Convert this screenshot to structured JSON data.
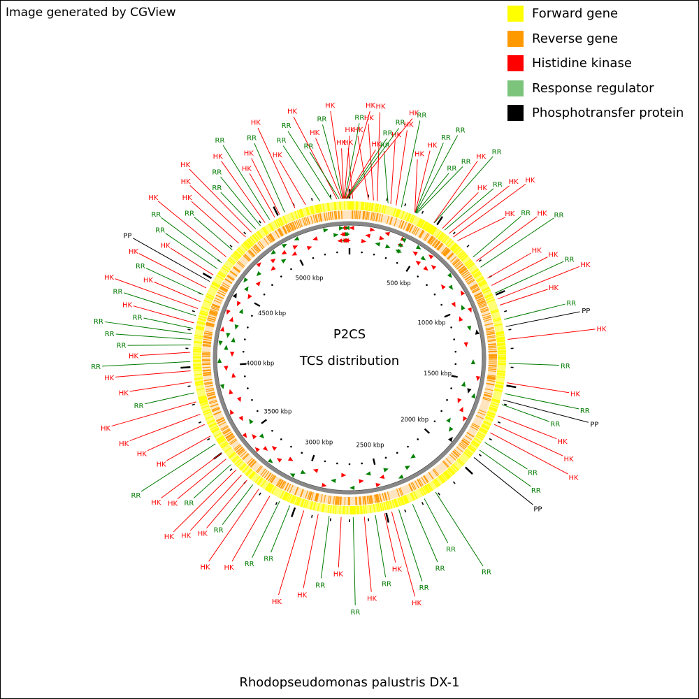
{
  "credit": "Image generated by CGView",
  "organism": "Rhodopseudomonas palustris DX-1",
  "map": {
    "title": "P2CS",
    "subtitle": "TCS distribution",
    "genome_length_kbp": 5400,
    "ruler_labels": [
      {
        "kbp": 500,
        "text": "500 kbp"
      },
      {
        "kbp": 1000,
        "text": "1000 kbp"
      },
      {
        "kbp": 1500,
        "text": "1500 kbp"
      },
      {
        "kbp": 2000,
        "text": "2000 kbp"
      },
      {
        "kbp": 2500,
        "text": "2500 kbp"
      },
      {
        "kbp": 3000,
        "text": "3000 kbp"
      },
      {
        "kbp": 3500,
        "text": "3500 kbp"
      },
      {
        "kbp": 4000,
        "text": "4000 kbp"
      },
      {
        "kbp": 4500,
        "text": "4500 kbp"
      },
      {
        "kbp": 5000,
        "text": "5000 kbp"
      }
    ]
  },
  "legend": [
    {
      "key": "forward",
      "label": "Forward gene",
      "color": "#ffff00"
    },
    {
      "key": "reverse",
      "label": "Reverse gene",
      "color": "#ff9900"
    },
    {
      "key": "hk",
      "label": "Histidine kinase",
      "color": "#ff0000"
    },
    {
      "key": "rr",
      "label": "Response regulator",
      "color": "#7cc47c"
    },
    {
      "key": "pp",
      "label": "Phosphotransfer protein",
      "color": "#000000"
    }
  ],
  "colors": {
    "HK": "#ff0000",
    "RR": "#007a00",
    "PP": "#000000",
    "forward": "#ffff00",
    "reverse": "#ff9900",
    "backbone": "#888888",
    "hk_marker": "#ff0000",
    "rr_marker": "#008000",
    "pp_marker": "#000000"
  },
  "features": [
    {
      "kbp": 5362,
      "type": "RR",
      "label": "RR"
    },
    {
      "kbp": 5365,
      "type": "HK",
      "label": "HK"
    },
    {
      "kbp": 5368,
      "type": "HK",
      "label": "HK"
    },
    {
      "kbp": 5371,
      "type": "HK",
      "label": "HK"
    },
    {
      "kbp": 5374,
      "type": "RR",
      "label": "RR"
    },
    {
      "kbp": 5377,
      "type": "HK",
      "label": "HK"
    },
    {
      "kbp": 5380,
      "type": "HK",
      "label": "HK"
    },
    {
      "kbp": 5383,
      "type": "RR",
      "label": "RR"
    },
    {
      "kbp": 5386,
      "type": "RR",
      "label": "RR"
    },
    {
      "kbp": 5389,
      "type": "HK",
      "label": "HK"
    },
    {
      "kbp": 5356,
      "type": "HK",
      "label": "HK"
    },
    {
      "kbp": 5344,
      "type": "RR",
      "label": "RR"
    },
    {
      "kbp": 5332,
      "type": "HK",
      "label": "HK"
    },
    {
      "kbp": 5303,
      "type": "RR",
      "label": "RR"
    },
    {
      "kbp": 17,
      "type": "HK",
      "label": "HK"
    },
    {
      "kbp": 102,
      "type": "HK",
      "label": "HK"
    },
    {
      "kbp": 130,
      "type": "HK",
      "label": "HK"
    },
    {
      "kbp": 150,
      "type": "HK",
      "label": "HK"
    },
    {
      "kbp": 210,
      "type": "RR",
      "label": "RR"
    },
    {
      "kbp": 225,
      "type": "HK",
      "label": "HK"
    },
    {
      "kbp": 255,
      "type": "HK",
      "label": "HK"
    },
    {
      "kbp": 285,
      "type": "RR",
      "label": "RR"
    },
    {
      "kbp": 363,
      "type": "HK",
      "label": "HK"
    },
    {
      "kbp": 365,
      "type": "HK",
      "label": "HK"
    },
    {
      "kbp": 366,
      "type": "RR",
      "label": "RR"
    },
    {
      "kbp": 368,
      "type": "RR",
      "label": "RR"
    },
    {
      "kbp": 370,
      "type": "RR",
      "label": "RR"
    },
    {
      "kbp": 375,
      "type": "RR",
      "label": "RR"
    },
    {
      "kbp": 480,
      "type": "HK",
      "label": "HK"
    },
    {
      "kbp": 482,
      "type": "RR",
      "label": "RR"
    },
    {
      "kbp": 535,
      "type": "HK",
      "label": "HK"
    },
    {
      "kbp": 550,
      "type": "RR",
      "label": "RR"
    },
    {
      "kbp": 580,
      "type": "HK",
      "label": "HK"
    },
    {
      "kbp": 610,
      "type": "HK",
      "label": "HK"
    },
    {
      "kbp": 640,
      "type": "HK",
      "label": "HK"
    },
    {
      "kbp": 762,
      "type": "RR",
      "label": "RR"
    },
    {
      "kbp": 790,
      "type": "HK",
      "label": "HK"
    },
    {
      "kbp": 830,
      "type": "RR",
      "label": "RR"
    },
    {
      "kbp": 900,
      "type": "HK",
      "label": "HK"
    },
    {
      "kbp": 945,
      "type": "HK",
      "label": "HK"
    },
    {
      "kbp": 990,
      "type": "RR",
      "label": "RR"
    },
    {
      "kbp": 1025,
      "type": "HK",
      "label": "HK"
    },
    {
      "kbp": 1060,
      "type": "HK",
      "label": "HK"
    },
    {
      "kbp": 1140,
      "type": "RR",
      "label": "RR"
    },
    {
      "kbp": 1180,
      "type": "PP",
      "label": "PP"
    },
    {
      "kbp": 1250,
      "type": "HK",
      "label": "HK"
    },
    {
      "kbp": 1380,
      "type": "RR",
      "label": "RR"
    },
    {
      "kbp": 1485,
      "type": "HK",
      "label": "HK"
    },
    {
      "kbp": 1545,
      "type": "RR",
      "label": "RR"
    },
    {
      "kbp": 1580,
      "type": "PP",
      "label": "PP"
    },
    {
      "kbp": 1605,
      "type": "RR",
      "label": "RR"
    },
    {
      "kbp": 1670,
      "type": "HK",
      "label": "HK"
    },
    {
      "kbp": 1720,
      "type": "HK",
      "label": "HK"
    },
    {
      "kbp": 1770,
      "type": "HK",
      "label": "HK"
    },
    {
      "kbp": 1830,
      "type": "RR",
      "label": "RR"
    },
    {
      "kbp": 1880,
      "type": "RR",
      "label": "RR"
    },
    {
      "kbp": 1930,
      "type": "PP",
      "label": "PP"
    },
    {
      "kbp": 2210,
      "type": "RR",
      "label": "RR"
    },
    {
      "kbp": 2280,
      "type": "RR",
      "label": "RR"
    },
    {
      "kbp": 2350,
      "type": "RR",
      "label": "RR"
    },
    {
      "kbp": 2430,
      "type": "RR",
      "label": "RR"
    },
    {
      "kbp": 2470,
      "type": "HK",
      "label": "HK"
    },
    {
      "kbp": 2510,
      "type": "HK",
      "label": "HK"
    },
    {
      "kbp": 2560,
      "type": "RR",
      "label": "RR"
    },
    {
      "kbp": 2620,
      "type": "HK",
      "label": "HK"
    },
    {
      "kbp": 2680,
      "type": "RR",
      "label": "RR"
    },
    {
      "kbp": 2745,
      "type": "HK",
      "label": "HK"
    },
    {
      "kbp": 2810,
      "type": "RR",
      "label": "RR"
    },
    {
      "kbp": 2870,
      "type": "HK",
      "label": "HK"
    },
    {
      "kbp": 2950,
      "type": "HK",
      "label": "HK"
    },
    {
      "kbp": 3030,
      "type": "RR",
      "label": "RR"
    },
    {
      "kbp": 3090,
      "type": "RR",
      "label": "RR"
    },
    {
      "kbp": 3150,
      "type": "HK",
      "label": "HK"
    },
    {
      "kbp": 3220,
      "type": "HK",
      "label": "HK"
    },
    {
      "kbp": 3260,
      "type": "RR",
      "label": "RR"
    },
    {
      "kbp": 3300,
      "type": "HK",
      "label": "HK"
    },
    {
      "kbp": 3340,
      "type": "HK",
      "label": "HK"
    },
    {
      "kbp": 3380,
      "type": "HK",
      "label": "HK"
    },
    {
      "kbp": 3420,
      "type": "RR",
      "label": "RR"
    },
    {
      "kbp": 3460,
      "type": "HK",
      "label": "HK"
    },
    {
      "kbp": 3500,
      "type": "HK",
      "label": "HK"
    },
    {
      "kbp": 3560,
      "type": "RR",
      "label": "RR"
    },
    {
      "kbp": 3610,
      "type": "HK",
      "label": "HK"
    },
    {
      "kbp": 3680,
      "type": "HK",
      "label": "HK"
    },
    {
      "kbp": 3740,
      "type": "HK",
      "label": "HK"
    },
    {
      "kbp": 3810,
      "type": "HK",
      "label": "HK"
    },
    {
      "kbp": 3860,
      "type": "RR",
      "label": "RR"
    },
    {
      "kbp": 3920,
      "type": "HK",
      "label": "HK"
    },
    {
      "kbp": 3980,
      "type": "HK",
      "label": "HK"
    },
    {
      "kbp": 4030,
      "type": "RR",
      "label": "RR"
    },
    {
      "kbp": 4080,
      "type": "HK",
      "label": "HK"
    },
    {
      "kbp": 4120,
      "type": "RR",
      "label": "RR"
    },
    {
      "kbp": 4150,
      "type": "RR",
      "label": "RR"
    },
    {
      "kbp": 4180,
      "type": "RR",
      "label": "RR"
    },
    {
      "kbp": 4210,
      "type": "RR",
      "label": "RR"
    },
    {
      "kbp": 4240,
      "type": "HK",
      "label": "HK"
    },
    {
      "kbp": 4280,
      "type": "RR",
      "label": "RR"
    },
    {
      "kbp": 4320,
      "type": "HK",
      "label": "HK"
    },
    {
      "kbp": 4360,
      "type": "HK",
      "label": "HK"
    },
    {
      "kbp": 4400,
      "type": "RR",
      "label": "RR"
    },
    {
      "kbp": 4440,
      "type": "HK",
      "label": "HK"
    },
    {
      "kbp": 4480,
      "type": "PP",
      "label": "PP"
    },
    {
      "kbp": 4520,
      "type": "HK",
      "label": "HK"
    },
    {
      "kbp": 4560,
      "type": "RR",
      "label": "RR"
    },
    {
      "kbp": 4600,
      "type": "RR",
      "label": "RR"
    },
    {
      "kbp": 4640,
      "type": "HK",
      "label": "HK"
    },
    {
      "kbp": 4690,
      "type": "RR",
      "label": "RR"
    },
    {
      "kbp": 4740,
      "type": "HK",
      "label": "HK"
    },
    {
      "kbp": 4790,
      "type": "HK",
      "label": "HK"
    },
    {
      "kbp": 4830,
      "type": "HK",
      "label": "HK"
    },
    {
      "kbp": 4860,
      "type": "RR",
      "label": "RR"
    },
    {
      "kbp": 4890,
      "type": "RR",
      "label": "RR"
    },
    {
      "kbp": 4920,
      "type": "HK",
      "label": "HK"
    },
    {
      "kbp": 4950,
      "type": "RR",
      "label": "RR"
    },
    {
      "kbp": 4980,
      "type": "HK",
      "label": "HK"
    },
    {
      "kbp": 5010,
      "type": "HK",
      "label": "HK"
    },
    {
      "kbp": 5040,
      "type": "RR",
      "label": "RR"
    },
    {
      "kbp": 5100,
      "type": "HK",
      "label": "HK"
    },
    {
      "kbp": 5160,
      "type": "HK",
      "label": "HK"
    },
    {
      "kbp": 5240,
      "type": "RR",
      "label": "RR"
    }
  ]
}
